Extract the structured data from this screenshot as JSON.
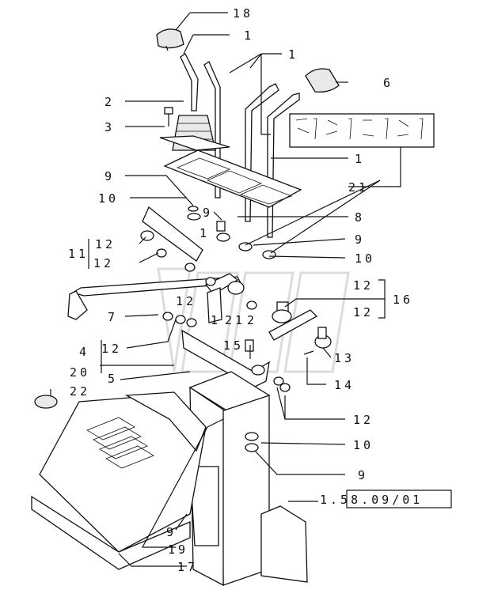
{
  "figure_ref": "1.58.09/01",
  "callouts": [
    {
      "id": "c18",
      "text": "18"
    },
    {
      "id": "c1a",
      "text": "1"
    },
    {
      "id": "c1b",
      "text": "1"
    },
    {
      "id": "c2",
      "text": "2"
    },
    {
      "id": "c3",
      "text": "3"
    },
    {
      "id": "c6",
      "text": "6"
    },
    {
      "id": "c1c",
      "text": "1"
    },
    {
      "id": "c21",
      "text": "21"
    },
    {
      "id": "c9a",
      "text": "9"
    },
    {
      "id": "c10a",
      "text": "10"
    },
    {
      "id": "c9b",
      "text": "9"
    },
    {
      "id": "c1d",
      "text": "1"
    },
    {
      "id": "c8",
      "text": "8"
    },
    {
      "id": "c12a",
      "text": "12"
    },
    {
      "id": "c11",
      "text": "11"
    },
    {
      "id": "c12b",
      "text": "12"
    },
    {
      "id": "c9c",
      "text": "9"
    },
    {
      "id": "c10b",
      "text": "10"
    },
    {
      "id": "c12c",
      "text": "12"
    },
    {
      "id": "c16",
      "text": "16"
    },
    {
      "id": "c12d",
      "text": "12"
    },
    {
      "id": "c7",
      "text": "7"
    },
    {
      "id": "c12e",
      "text": "12"
    },
    {
      "id": "c1e",
      "text": "1"
    },
    {
      "id": "c21b",
      "text": "21"
    },
    {
      "id": "c2b",
      "text": "2"
    },
    {
      "id": "c4",
      "text": "4"
    },
    {
      "id": "c12f",
      "text": "12"
    },
    {
      "id": "c15",
      "text": "15"
    },
    {
      "id": "c13",
      "text": "13"
    },
    {
      "id": "c20",
      "text": "20"
    },
    {
      "id": "c5",
      "text": "5"
    },
    {
      "id": "c14",
      "text": "14"
    },
    {
      "id": "c22",
      "text": "22"
    },
    {
      "id": "c12g",
      "text": "12"
    },
    {
      "id": "c10c",
      "text": "10"
    },
    {
      "id": "c9d",
      "text": "9"
    },
    {
      "id": "c9e",
      "text": "9"
    },
    {
      "id": "c19",
      "text": "19"
    },
    {
      "id": "c17",
      "text": "17"
    }
  ]
}
